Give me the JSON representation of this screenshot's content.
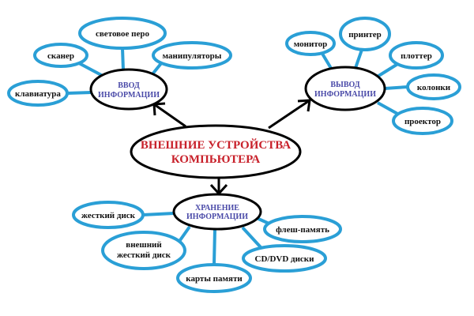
{
  "colors": {
    "leaf_stroke": "#2a9fd6",
    "hub_stroke": "#000000",
    "root_text": "#c8202a",
    "hub_text": "#4a4aa8",
    "leaf_text": "#111111"
  },
  "root": {
    "line1": "ВНЕШНИЕ УСТРОЙСТВА",
    "line2": "КОМПЬЮТЕРА"
  },
  "input": {
    "line1": "ВВОД",
    "line2": "ИНФОРМАЦИИ",
    "leaves": [
      "клавиатура",
      "сканер",
      "световое перо",
      "манипуляторы"
    ]
  },
  "output": {
    "line1": "ВЫВОД",
    "line2": "ИНФОРМАЦИИ",
    "leaves": [
      "монитор",
      "принтер",
      "плоттер",
      "колонки",
      "проектор"
    ]
  },
  "storage": {
    "line1": "ХРАНЕНИЕ",
    "line2": "ИНФОРМАЦИИ",
    "leaves": [
      "жесткий диск",
      "внешний",
      "жесткий диск",
      "карты памяти",
      "CD/DVD диски",
      "флеш-память"
    ]
  }
}
